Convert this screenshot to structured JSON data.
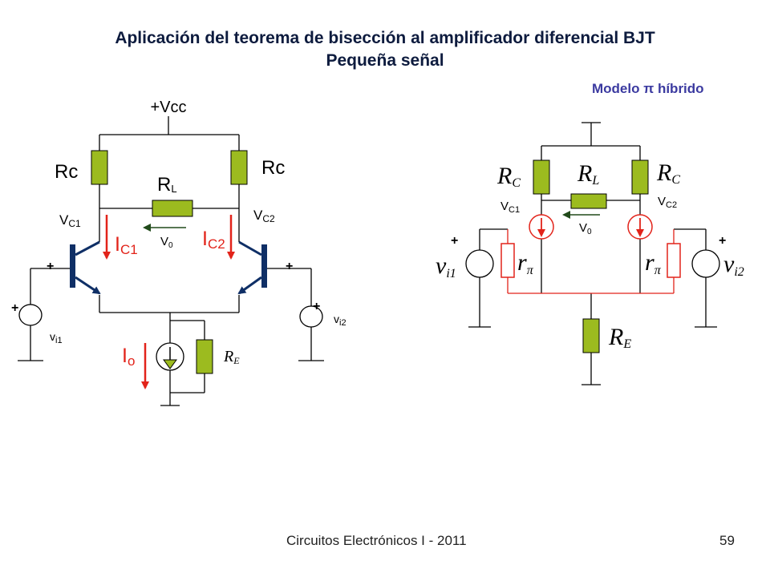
{
  "title": {
    "line1": "Aplicación del teorema de bisección al amplificador diferencial BJT",
    "line2": "Pequeña señal"
  },
  "left_circuit": {
    "vcc": "+Vcc",
    "rc_left": "Rc",
    "rc_right": "Rc",
    "rl": {
      "main": "R",
      "sub": "L"
    },
    "vc1": {
      "main": "V",
      "sub": "C1"
    },
    "vc2": {
      "main": "V",
      "sub": "C2"
    },
    "v0": {
      "main": "V",
      "sub": "0"
    },
    "ic1": {
      "main": "I",
      "sub": "C1"
    },
    "ic2": {
      "main": "I",
      "sub": "C2"
    },
    "io": {
      "main": "I",
      "sub": "o"
    },
    "re": {
      "main": "R",
      "sub": "E"
    },
    "vi1": {
      "main": "v",
      "sub": "i1"
    },
    "vi2": {
      "main": "v",
      "sub": "i2"
    },
    "plus": "+"
  },
  "right_circuit": {
    "heading": "Modelo π híbrido",
    "rc_left": {
      "main": "R",
      "sub": "C"
    },
    "rc_right": {
      "main": "R",
      "sub": "C"
    },
    "rl": {
      "main": "R",
      "sub": "L"
    },
    "vc1": {
      "main": "V",
      "sub": "C1"
    },
    "vc2": {
      "main": "V",
      "sub": "C2"
    },
    "v0": {
      "main": "V",
      "sub": "0"
    },
    "rpi_left": {
      "main": "r",
      "sub": "π"
    },
    "rpi_right": {
      "main": "r",
      "sub": "π"
    },
    "vi1": {
      "main": "v",
      "sub": "i1"
    },
    "vi2": {
      "main": "v",
      "sub": "i2"
    },
    "re": {
      "main": "R",
      "sub": "E"
    },
    "plus": "+"
  },
  "footer": {
    "course": "Circuitos Electrónicos I - 2011",
    "page": "59"
  },
  "colors": {
    "title": "#0d1b3e",
    "heading_right": "#3b3aa0",
    "resistor_green": "#9cbb1f",
    "transistor_navy": "#0f2f66",
    "current_red": "#e2231a",
    "wire": "#000000"
  }
}
